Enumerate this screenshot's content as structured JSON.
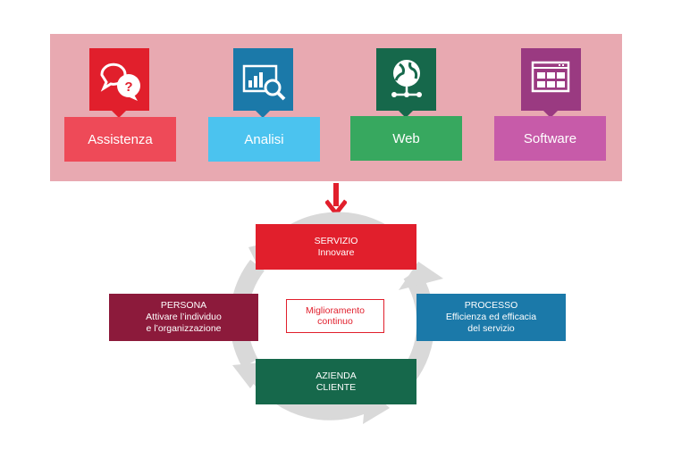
{
  "services": [
    {
      "label": "Assistenza",
      "icon": "question-chat-icon",
      "tile_color": "#e11f2c",
      "label_color": "#ee4a58"
    },
    {
      "label": "Analisi",
      "icon": "analytics-search-icon",
      "tile_color": "#1b79a9",
      "label_color": "#4bc3ef"
    },
    {
      "label": "Web",
      "icon": "globe-network-icon",
      "tile_color": "#16684b",
      "label_color": "#37a85f"
    },
    {
      "label": "Software",
      "icon": "application-window-icon",
      "tile_color": "#9a3a81",
      "label_color": "#c75ba9"
    }
  ],
  "cycle": {
    "top": {
      "title": "SERVIZIO",
      "subtitle": "Innovare"
    },
    "left": {
      "title": "PERSONA",
      "line1": "Attivare l’individuo",
      "line2": "e l’organizzazione"
    },
    "right": {
      "title": "PROCESSO",
      "line1": "Efficienza ed efficacia",
      "line2": "del servizio"
    },
    "bottom": {
      "line1": "AZIENDA",
      "line2": "CLIENTE"
    },
    "center": {
      "line1": "Miglioramento",
      "line2": "continuo"
    }
  },
  "colors": {
    "band": "#e8a9b1",
    "arrow": "#e11f2c",
    "servizio": "#e11f2c",
    "persona": "#8c1a3b",
    "processo": "#1b79a9",
    "azienda": "#16684b",
    "cycle": "#d9d9d9"
  }
}
